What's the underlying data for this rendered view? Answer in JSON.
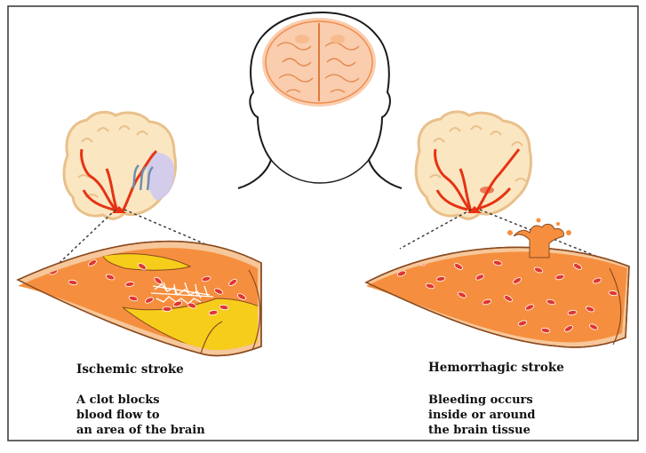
{
  "ischemic": {
    "title": "Ischemic stroke",
    "description": [
      "A clot blocks",
      "blood flow to",
      "an area of the brain"
    ]
  },
  "hemorrhagic": {
    "title": "Hemorrhagic stroke",
    "description": [
      "Bleeding occurs",
      "inside or around",
      "the brain tissue"
    ]
  },
  "colors": {
    "frame": "#333333",
    "vessel_fill": "#f58f3f",
    "vessel_wall": "#f6c79a",
    "vessel_outline": "#8a4a1f",
    "rbc": "#e2352f",
    "plaque": "#f6cd1a",
    "artery": "#e63312",
    "brain_fill": "#fbe6c2",
    "brain_outline": "#e9c08a",
    "brain_top": "#f4a46b",
    "ischemic_region": "#cfc9ef",
    "blocked_vessel": "#6e8fb0"
  }
}
